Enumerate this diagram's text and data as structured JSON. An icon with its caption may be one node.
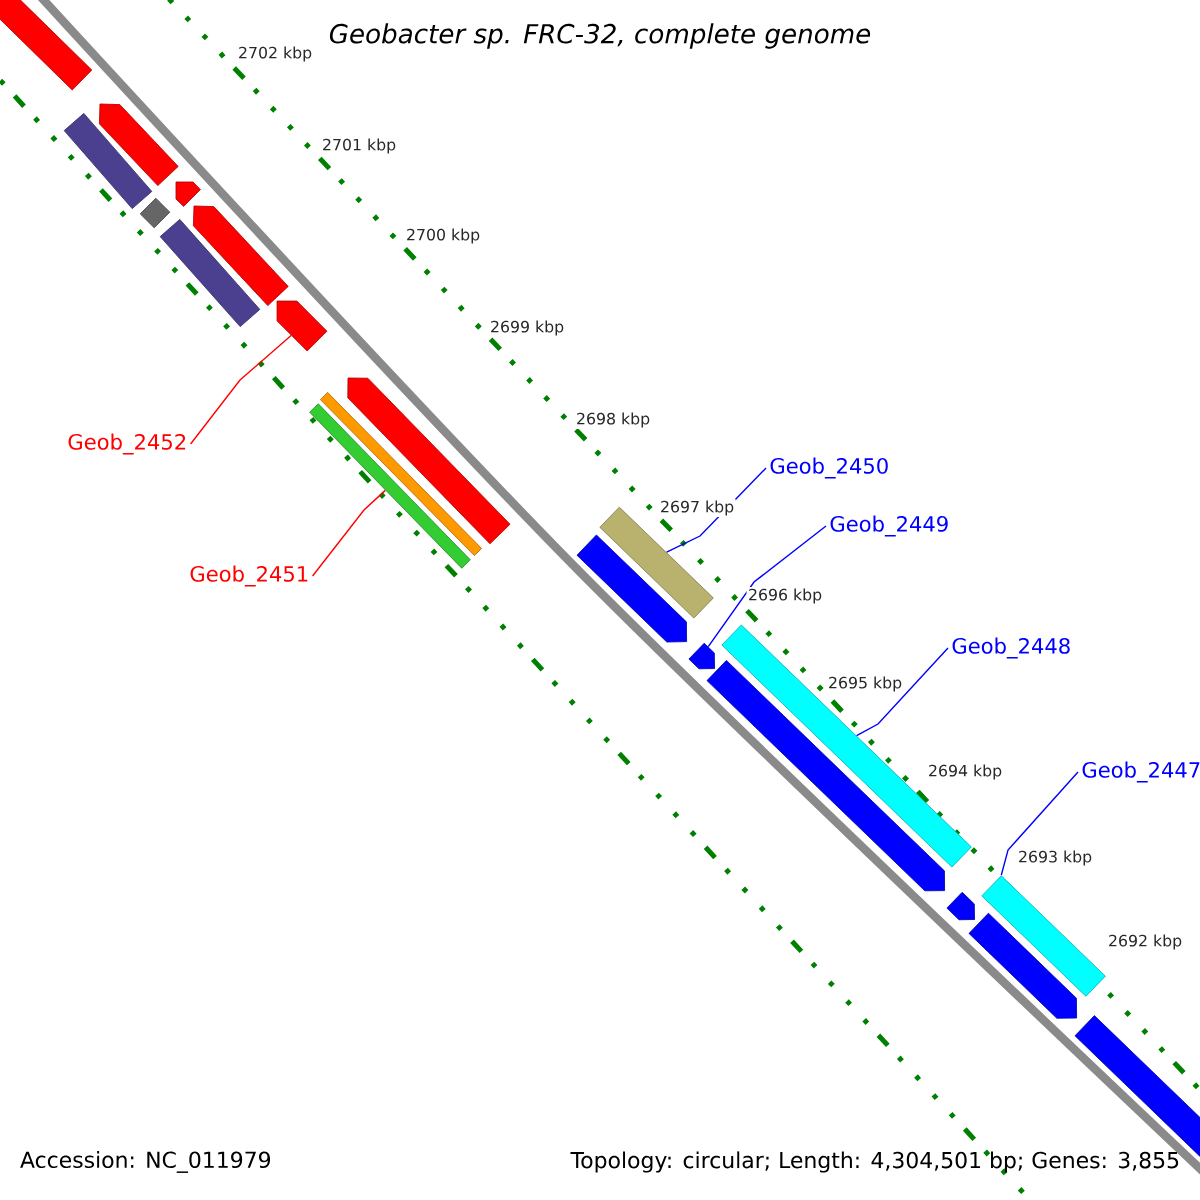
{
  "diagram": {
    "title": "*Geobacter sp. FRC-32, complete genome*",
    "nodes": [
      {
        "text": [
          "Geob_2452"
        ]
      },
      {
        "text": [
          "Geob_2451"
        ]
      },
      {
        "text": [
          "Geob_2450"
        ]
      },
      {
        "text": [
          "Geob_2449"
        ]
      },
      {
        "text": [
          "Geob_2448"
        ]
      },
      {
        "text": [
          "Geob_2447"
        ]
      },
      {
        "text": [],
        "shape": "arrow"
      },
      {
        "text": [],
        "shape": "bar"
      },
      {
        "text": [],
        "shape": "bar"
      },
      {
        "text": [],
        "shape": "arrow"
      },
      {
        "text": [],
        "shape": "bar"
      },
      {
        "text": [],
        "shape": "arrow"
      },
      {
        "text": [],
        "shape": "bar"
      }
    ],
    "edges": [
      {
        "from": 0,
        "to": 6,
        "arrow": "none",
        "color": "#ff0000"
      },
      {
        "from": 1,
        "to": 7,
        "arrow": "none",
        "color": "#ff0000"
      },
      {
        "from": 2,
        "to": 8,
        "arrow": "none"
      },
      {
        "from": 3,
        "to": 9,
        "arrow": "none"
      },
      {
        "from": 4,
        "to": 10,
        "arrow": "none"
      },
      {
        "from": 5,
        "to": 12,
        "arrow": "none"
      }
    ],
    "labels": [
      "2702 kbp",
      "2701 kbp",
      "2700 kbp",
      "2699 kbp",
      "2698 kbp",
      "2697 kbp",
      "2696 kbp",
      "2695 kbp",
      "2694 kbp",
      "2693 kbp",
      "2692 kbp",
      "Accession: NC_011979",
      "Topology: circular; Length: 4,304,501 bp; Genes: 3,855"
    ]
  }
}
